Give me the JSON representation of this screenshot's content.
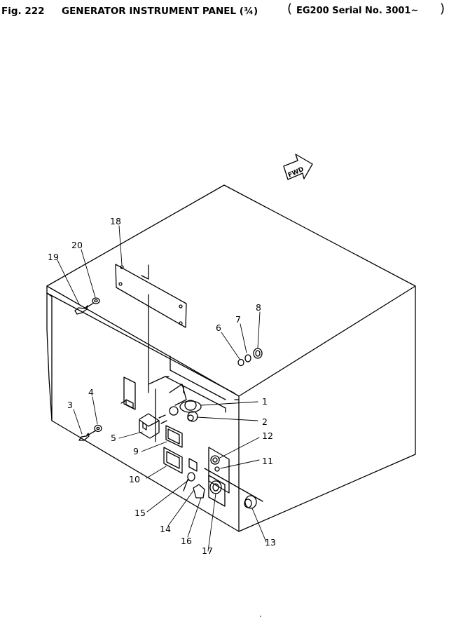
{
  "header": {
    "figure_label": "Fig. 222",
    "title": "GENERATOR INSTRUMENT PANEL (¾)",
    "applicability": "EG200 Serial No. 3001~"
  },
  "fwd_label": "FWD",
  "callouts": [
    "1",
    "2",
    "3",
    "4",
    "5",
    "6",
    "7",
    "8",
    "9",
    "10",
    "11",
    "12",
    "13",
    "14",
    "15",
    "16",
    "17",
    "18",
    "19",
    "20"
  ]
}
